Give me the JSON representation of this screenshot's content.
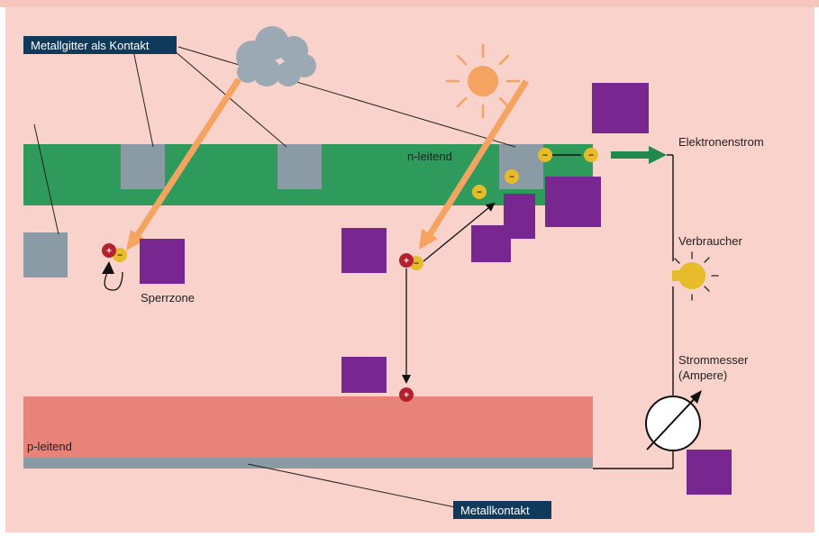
{
  "labels": {
    "metal_grid": "Metallgitter als Kontakt",
    "n_layer": "n-leitend",
    "p_layer": "p-leitend",
    "depletion_zone": "Sperrzone",
    "electron_current": "Elektronenstrom",
    "consumer": "Verbraucher",
    "ammeter_line1": "Strommesser",
    "ammeter_line2": "(Ampere)",
    "metal_contact": "Metallkontakt"
  },
  "symbols": {
    "minus": "−",
    "plus": "+"
  },
  "colors": {
    "background": "#f9d2cb",
    "frame_top": "#f6c6bd",
    "n_layer": "#2e9a5c",
    "p_layer": "#e8837a",
    "metal": "#8b9ba6",
    "electron": "#e6bc2a",
    "hole": "#b3212e",
    "light_ray": "#f4a460",
    "sun": "#f4a460",
    "cloud": "#9ba9b4",
    "tag": "#103a5c",
    "redaction": "#77278f",
    "current_arrow": "#1f8a4c",
    "bulb": "#e6bc2a"
  },
  "icons": [
    "sun-icon",
    "cloud-icon",
    "light-bulb-icon",
    "ammeter-icon"
  ]
}
